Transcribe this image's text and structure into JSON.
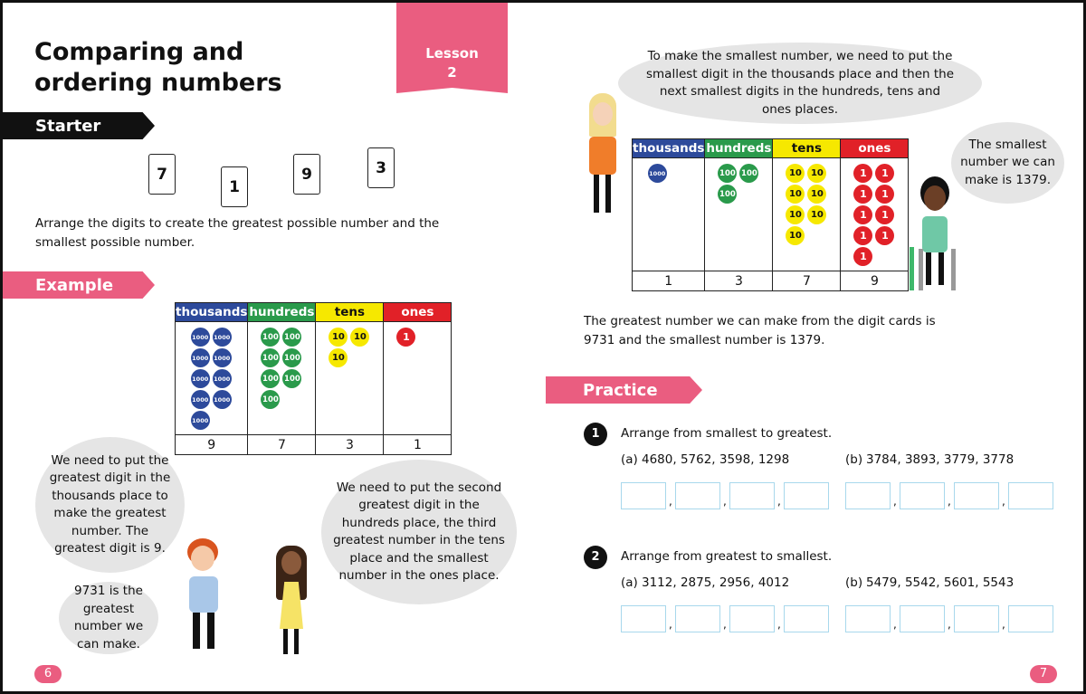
{
  "left_page": {
    "title": "Comparing and ordering numbers",
    "lesson": {
      "label": "Lesson",
      "number": "2"
    },
    "starter": {
      "heading": "Starter",
      "cards": [
        "7",
        "1",
        "9",
        "3"
      ],
      "instruction": "Arrange the digits to create the greatest possible number and the smallest possible number."
    },
    "example": {
      "heading": "Example",
      "table": {
        "headers": [
          "thousands",
          "hundreds",
          "tens",
          "ones"
        ],
        "coin_labels": [
          "1000",
          "100",
          "10",
          "1"
        ],
        "coin_counts": [
          9,
          7,
          3,
          1
        ],
        "values": [
          "9",
          "7",
          "3",
          "1"
        ]
      },
      "bubbles": [
        "We need to put the greatest digit in the thousands place to make the greatest number. The greatest digit is 9.",
        "9731 is the greatest number we can make.",
        "We need to put the second greatest digit in the hundreds place, the third greatest number in the tens place and the smallest number in the ones place."
      ]
    },
    "page_number": "6"
  },
  "right_page": {
    "bubble_top": "To make the smallest number, we need to put the smallest digit in the thousands place and then the next smallest digits in the hundreds, tens and ones places.",
    "bubble_right": "The smallest number we can make is 1379.",
    "table": {
      "headers": [
        "thousands",
        "hundreds",
        "tens",
        "ones"
      ],
      "coin_labels": [
        "1000",
        "100",
        "10",
        "1"
      ],
      "coin_counts": [
        1,
        3,
        7,
        9
      ],
      "values": [
        "1",
        "3",
        "7",
        "9"
      ]
    },
    "conclusion": "The greatest number we can make from the digit cards is 9731 and the smallest number is 1379.",
    "practice": {
      "heading": "Practice",
      "questions": [
        {
          "number": "1",
          "prompt": "Arrange from smallest to greatest.",
          "a": {
            "label": "(a)",
            "numbers": "4680, 5762, 3598, 1298"
          },
          "b": {
            "label": "(b)",
            "numbers": "3784, 3893, 3779, 3778"
          }
        },
        {
          "number": "2",
          "prompt": "Arrange from greatest to smallest.",
          "a": {
            "label": "(a)",
            "numbers": "3112, 2875, 2956, 4012"
          },
          "b": {
            "label": "(b)",
            "numbers": "5479, 5542, 5601, 5543"
          }
        }
      ]
    },
    "page_number": "7"
  },
  "colors": {
    "pink": "#ea5d80",
    "thousands": "#2d4a9b",
    "hundreds": "#2a9a4b",
    "tens": "#f6e800",
    "ones": "#e12128",
    "answer_box": "#a8d8ec"
  }
}
